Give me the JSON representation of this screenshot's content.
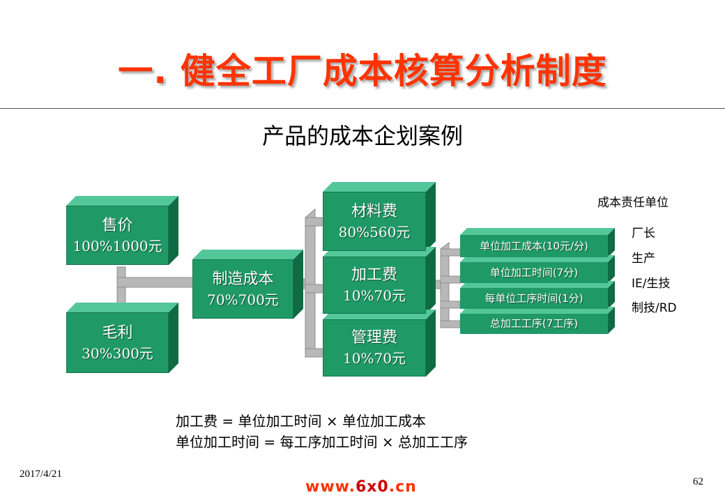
{
  "title": "一. 健全工厂成本核算分析制度",
  "subtitle": "产品的成本企划案例",
  "colors": {
    "title": "#ff3300",
    "box": "#1f9a66",
    "box_top": "#54c79a",
    "box_side": "#0f6b44",
    "connector": "#b8b8b8"
  },
  "boxes": {
    "sale": {
      "label": "售价",
      "value": "100%1000元"
    },
    "profit": {
      "label": "毛利",
      "value": "30%300元"
    },
    "mfg": {
      "label": "制造成本",
      "value": "70%700元"
    },
    "material": {
      "label": "材料费",
      "value": "80%560元"
    },
    "process": {
      "label": "加工费",
      "value": "10%70元"
    },
    "mgmt": {
      "label": "管理费",
      "value": "10%70元"
    }
  },
  "items": [
    {
      "label": "单位加工成本(10元/分)"
    },
    {
      "label": "单位加工时间(7分)"
    },
    {
      "label": "每单位工序时间(1分)"
    },
    {
      "label": "总加工工序(7工序)"
    }
  ],
  "responsibility": {
    "header": "成本责任单位",
    "units": [
      "厂长",
      "生产",
      "IE/生技",
      "制技/RD"
    ]
  },
  "formulas": [
    "加工费 = 单位加工时间 × 单位加工成本",
    "单位加工时间 = 每工序加工时间 × 总加工工序"
  ],
  "footer": {
    "date": "2017/4/21",
    "page": "62",
    "website_pre": "www.",
    "website_mid": "6x0",
    "website_post": ".cn"
  }
}
